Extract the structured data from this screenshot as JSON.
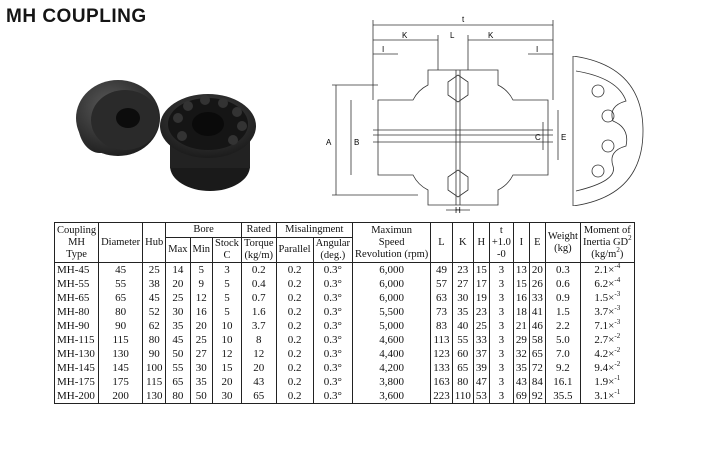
{
  "title": "MH COUPLING",
  "drawing_labels": {
    "t": "t",
    "K1": "K",
    "L": "L",
    "K2": "K",
    "I1": "I",
    "I2": "I",
    "A": "A",
    "B": "B",
    "C": "C",
    "E": "E",
    "H": "H"
  },
  "table": {
    "headers": {
      "coupling": [
        "Coupling",
        "MH",
        "Type"
      ],
      "diameter": "Diameter",
      "hub": "Hub",
      "bore": "Bore",
      "bore_max": "Max",
      "bore_min": "Min",
      "bore_stock": [
        "Stock",
        "C"
      ],
      "rated": "Rated",
      "torque": [
        "Torque",
        "(kg/m)"
      ],
      "misalign": "Misalingment",
      "parallel": "Parallel",
      "angular": [
        "Angular",
        "(deg.)"
      ],
      "speed": [
        "Maximun",
        "Speed",
        "Revolution (rpm)"
      ],
      "L": "L",
      "K": "K",
      "H": "H",
      "t": [
        "t",
        "+1.0",
        "-0"
      ],
      "I": "I",
      "E": "E",
      "weight": [
        "Weight",
        "(kg)"
      ],
      "moment": [
        "Moment of",
        "Inertia GD",
        "2",
        "(kg/m",
        "2",
        ")"
      ]
    },
    "rows": [
      {
        "type": "MH-45",
        "dia": "45",
        "hub": "25",
        "max": "14",
        "min": "5",
        "stock": "3",
        "torque": "0.2",
        "par": "0.2",
        "ang": "0.3°",
        "speed": "6,000",
        "L": "49",
        "K": "23",
        "H": "15",
        "t": "3",
        "I": "13",
        "E": "20",
        "w": "0.3",
        "m": "2.1×",
        "e": "-4"
      },
      {
        "type": "MH-55",
        "dia": "55",
        "hub": "38",
        "max": "20",
        "min": "9",
        "stock": "5",
        "torque": "0.4",
        "par": "0.2",
        "ang": "0.3°",
        "speed": "6,000",
        "L": "57",
        "K": "27",
        "H": "17",
        "t": "3",
        "I": "15",
        "E": "26",
        "w": "0.6",
        "m": "6.2×",
        "e": "-4"
      },
      {
        "type": "MH-65",
        "dia": "65",
        "hub": "45",
        "max": "25",
        "min": "12",
        "stock": "5",
        "torque": "0.7",
        "par": "0.2",
        "ang": "0.3°",
        "speed": "6,000",
        "L": "63",
        "K": "30",
        "H": "19",
        "t": "3",
        "I": "16",
        "E": "33",
        "w": "0.9",
        "m": "1.5×",
        "e": "-3"
      },
      {
        "type": "MH-80",
        "dia": "80",
        "hub": "52",
        "max": "30",
        "min": "16",
        "stock": "5",
        "torque": "1.6",
        "par": "0.2",
        "ang": "0.3°",
        "speed": "5,500",
        "L": "73",
        "K": "35",
        "H": "23",
        "t": "3",
        "I": "18",
        "E": "41",
        "w": "1.5",
        "m": "3.7×",
        "e": "-3"
      },
      {
        "type": "MH-90",
        "dia": "90",
        "hub": "62",
        "max": "35",
        "min": "20",
        "stock": "10",
        "torque": "3.7",
        "par": "0.2",
        "ang": "0.3°",
        "speed": "5,000",
        "L": "83",
        "K": "40",
        "H": "25",
        "t": "3",
        "I": "21",
        "E": "46",
        "w": "2.2",
        "m": "7.1×",
        "e": "-3"
      },
      {
        "type": "MH-115",
        "dia": "115",
        "hub": "80",
        "max": "45",
        "min": "25",
        "stock": "10",
        "torque": "8",
        "par": "0.2",
        "ang": "0.3°",
        "speed": "4,600",
        "L": "113",
        "K": "55",
        "H": "33",
        "t": "3",
        "I": "29",
        "E": "58",
        "w": "5.0",
        "m": "2.7×",
        "e": "-2"
      },
      {
        "type": "MH-130",
        "dia": "130",
        "hub": "90",
        "max": "50",
        "min": "27",
        "stock": "12",
        "torque": "12",
        "par": "0.2",
        "ang": "0.3°",
        "speed": "4,400",
        "L": "123",
        "K": "60",
        "H": "37",
        "t": "3",
        "I": "32",
        "E": "65",
        "w": "7.0",
        "m": "4.2×",
        "e": "-2"
      },
      {
        "type": "MH-145",
        "dia": "145",
        "hub": "100",
        "max": "55",
        "min": "30",
        "stock": "15",
        "torque": "20",
        "par": "0.2",
        "ang": "0.3°",
        "speed": "4,200",
        "L": "133",
        "K": "65",
        "H": "39",
        "t": "3",
        "I": "35",
        "E": "72",
        "w": "9.2",
        "m": "9.4×",
        "e": "-2"
      },
      {
        "type": "MH-175",
        "dia": "175",
        "hub": "115",
        "max": "65",
        "min": "35",
        "stock": "20",
        "torque": "43",
        "par": "0.2",
        "ang": "0.3°",
        "speed": "3,800",
        "L": "163",
        "K": "80",
        "H": "47",
        "t": "3",
        "I": "43",
        "E": "84",
        "w": "16.1",
        "m": "1.9×",
        "e": "-1"
      },
      {
        "type": "MH-200",
        "dia": "200",
        "hub": "130",
        "max": "80",
        "min": "50",
        "stock": "30",
        "torque": "65",
        "par": "0.2",
        "ang": "0.3°",
        "speed": "3,600",
        "L": "223",
        "K": "110",
        "H": "53",
        "t": "3",
        "I": "69",
        "E": "92",
        "w": "35.5",
        "m": "3.1×",
        "e": "-1"
      }
    ]
  }
}
